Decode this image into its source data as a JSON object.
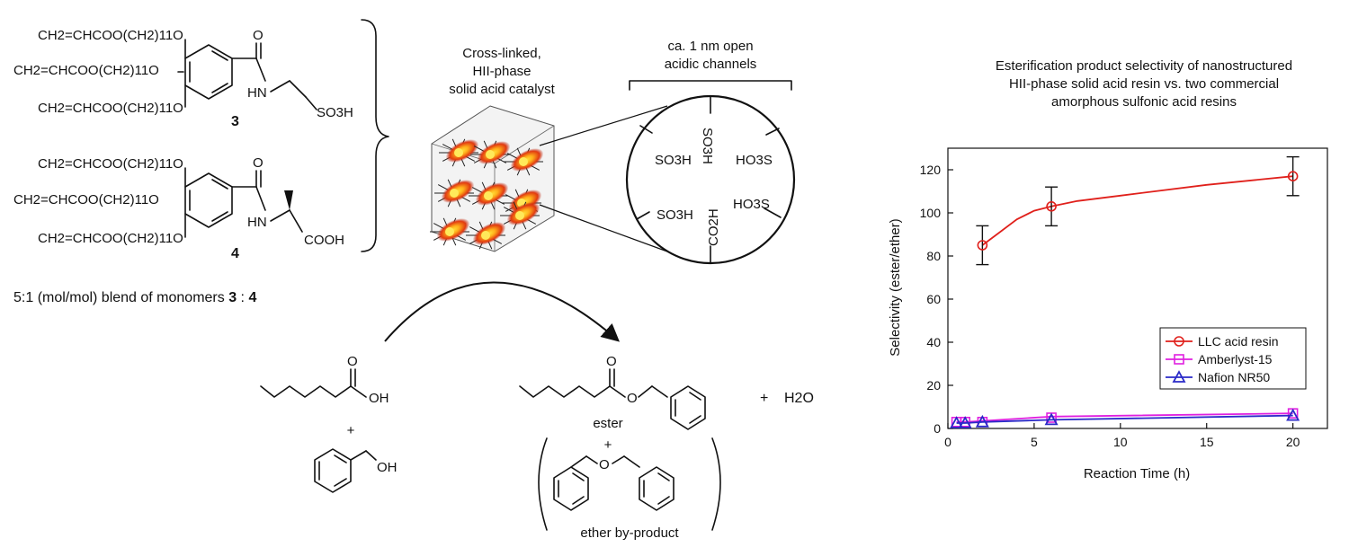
{
  "monomers": {
    "chain": "CH2=CHCOO(CH2)11O",
    "amide_o": "O",
    "amide_nh": "HN",
    "acid_3": "SO3H",
    "acid_4": "COOH",
    "label_3": "3",
    "label_4": "4",
    "blend_prefix": "5:1 (mol/mol) blend of  monomers ",
    "blend_a": "3",
    "blend_sep": " : ",
    "blend_b": "4"
  },
  "catalyst": {
    "label_line1": "Cross-linked,",
    "label_line2": "HII-phase",
    "label_line3": "solid acid catalyst"
  },
  "channel": {
    "label_line1": "ca. 1 nm open",
    "label_line2": "acidic channels",
    "groups": [
      "SO3H",
      "SO3H",
      "HO3S",
      "SO3H",
      "HO3S",
      "CO2H"
    ]
  },
  "reaction": {
    "acid_o": "O",
    "acid_oh": "OH",
    "plus1": "+",
    "alcohol_oh": "OH",
    "ester_o": "O",
    "ester_o2": "O",
    "ester_label": "ester",
    "plus2": "+",
    "water": "H2O",
    "plus3": "+",
    "ether_o": "O",
    "ether_label": "ether by-product"
  },
  "chart_data": {
    "type": "line",
    "title": "Esterification product selectivity of nanostructured HII-phase  solid acid resin vs. two commercial amorphous sulfonic acid resins",
    "title_lines": [
      "Esterification product selectivity of nanostructured",
      "HII-phase  solid acid resin vs. two commercial",
      "amorphous sulfonic acid resins"
    ],
    "xlabel": "Reaction Time (h)",
    "ylabel": "Selectivity  (ester/ether)",
    "xlim": [
      0,
      22
    ],
    "ylim": [
      0,
      130
    ],
    "xticks": [
      0,
      5,
      10,
      15,
      20
    ],
    "yticks": [
      0,
      20,
      40,
      60,
      80,
      100,
      120
    ],
    "grid": false,
    "legend_position": "bottom-right",
    "series": [
      {
        "name": "LLC acid resin",
        "color": "#e0201b",
        "marker": "circle",
        "markers": {
          "x": [
            2,
            6,
            20
          ],
          "y": [
            85,
            103,
            117
          ],
          "err": [
            9,
            9,
            9
          ]
        },
        "line": {
          "x": [
            2,
            3,
            4,
            5,
            6,
            7.5,
            10,
            15,
            20
          ],
          "y": [
            85,
            91,
            97,
            101,
            103,
            105.5,
            108,
            113,
            117
          ]
        }
      },
      {
        "name": "Amberlyst-15",
        "color": "#e020e0",
        "marker": "square",
        "markers": {
          "x": [
            0.5,
            1,
            2,
            6,
            20
          ],
          "y": [
            3,
            3,
            3,
            5,
            7
          ]
        },
        "line": {
          "x": [
            0.5,
            1,
            2,
            6,
            20
          ],
          "y": [
            3,
            3,
            3.5,
            5.5,
            7
          ]
        }
      },
      {
        "name": "Nafion NR50",
        "color": "#2a2ac8",
        "marker": "triangle",
        "markers": {
          "x": [
            0.5,
            1,
            2,
            6,
            20
          ],
          "y": [
            2.5,
            2.5,
            3,
            4,
            6
          ]
        },
        "line": {
          "x": [
            0.5,
            1,
            2,
            6,
            20
          ],
          "y": [
            2.5,
            2.5,
            3,
            4,
            6
          ]
        }
      }
    ]
  }
}
